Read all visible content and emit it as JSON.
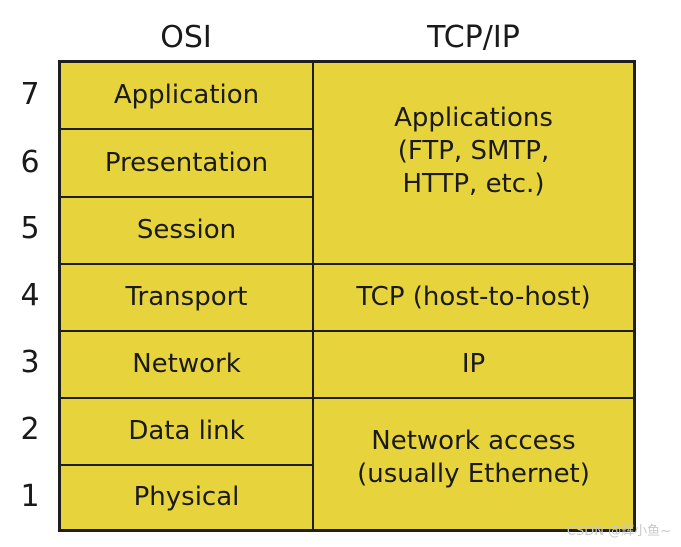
{
  "headers": {
    "osi": "OSI",
    "tcpip": "TCP/IP"
  },
  "layer_numbers": [
    "7",
    "6",
    "5",
    "4",
    "3",
    "2",
    "1"
  ],
  "osi_layers": {
    "application": "Application",
    "presentation": "Presentation",
    "session": "Session",
    "transport": "Transport",
    "network": "Network",
    "data_link": "Data link",
    "physical": "Physical"
  },
  "tcpip_layers": {
    "applications": "Applications\n(FTP, SMTP,\nHTTP, etc.)",
    "tcp": "TCP (host-to-host)",
    "ip": "IP",
    "network_access": "Network access\n(usually Ethernet)"
  },
  "colors": {
    "cell_fill": "#e7d43c",
    "border": "#1e1e1e"
  },
  "watermark": "CSDN @辉小鱼~"
}
